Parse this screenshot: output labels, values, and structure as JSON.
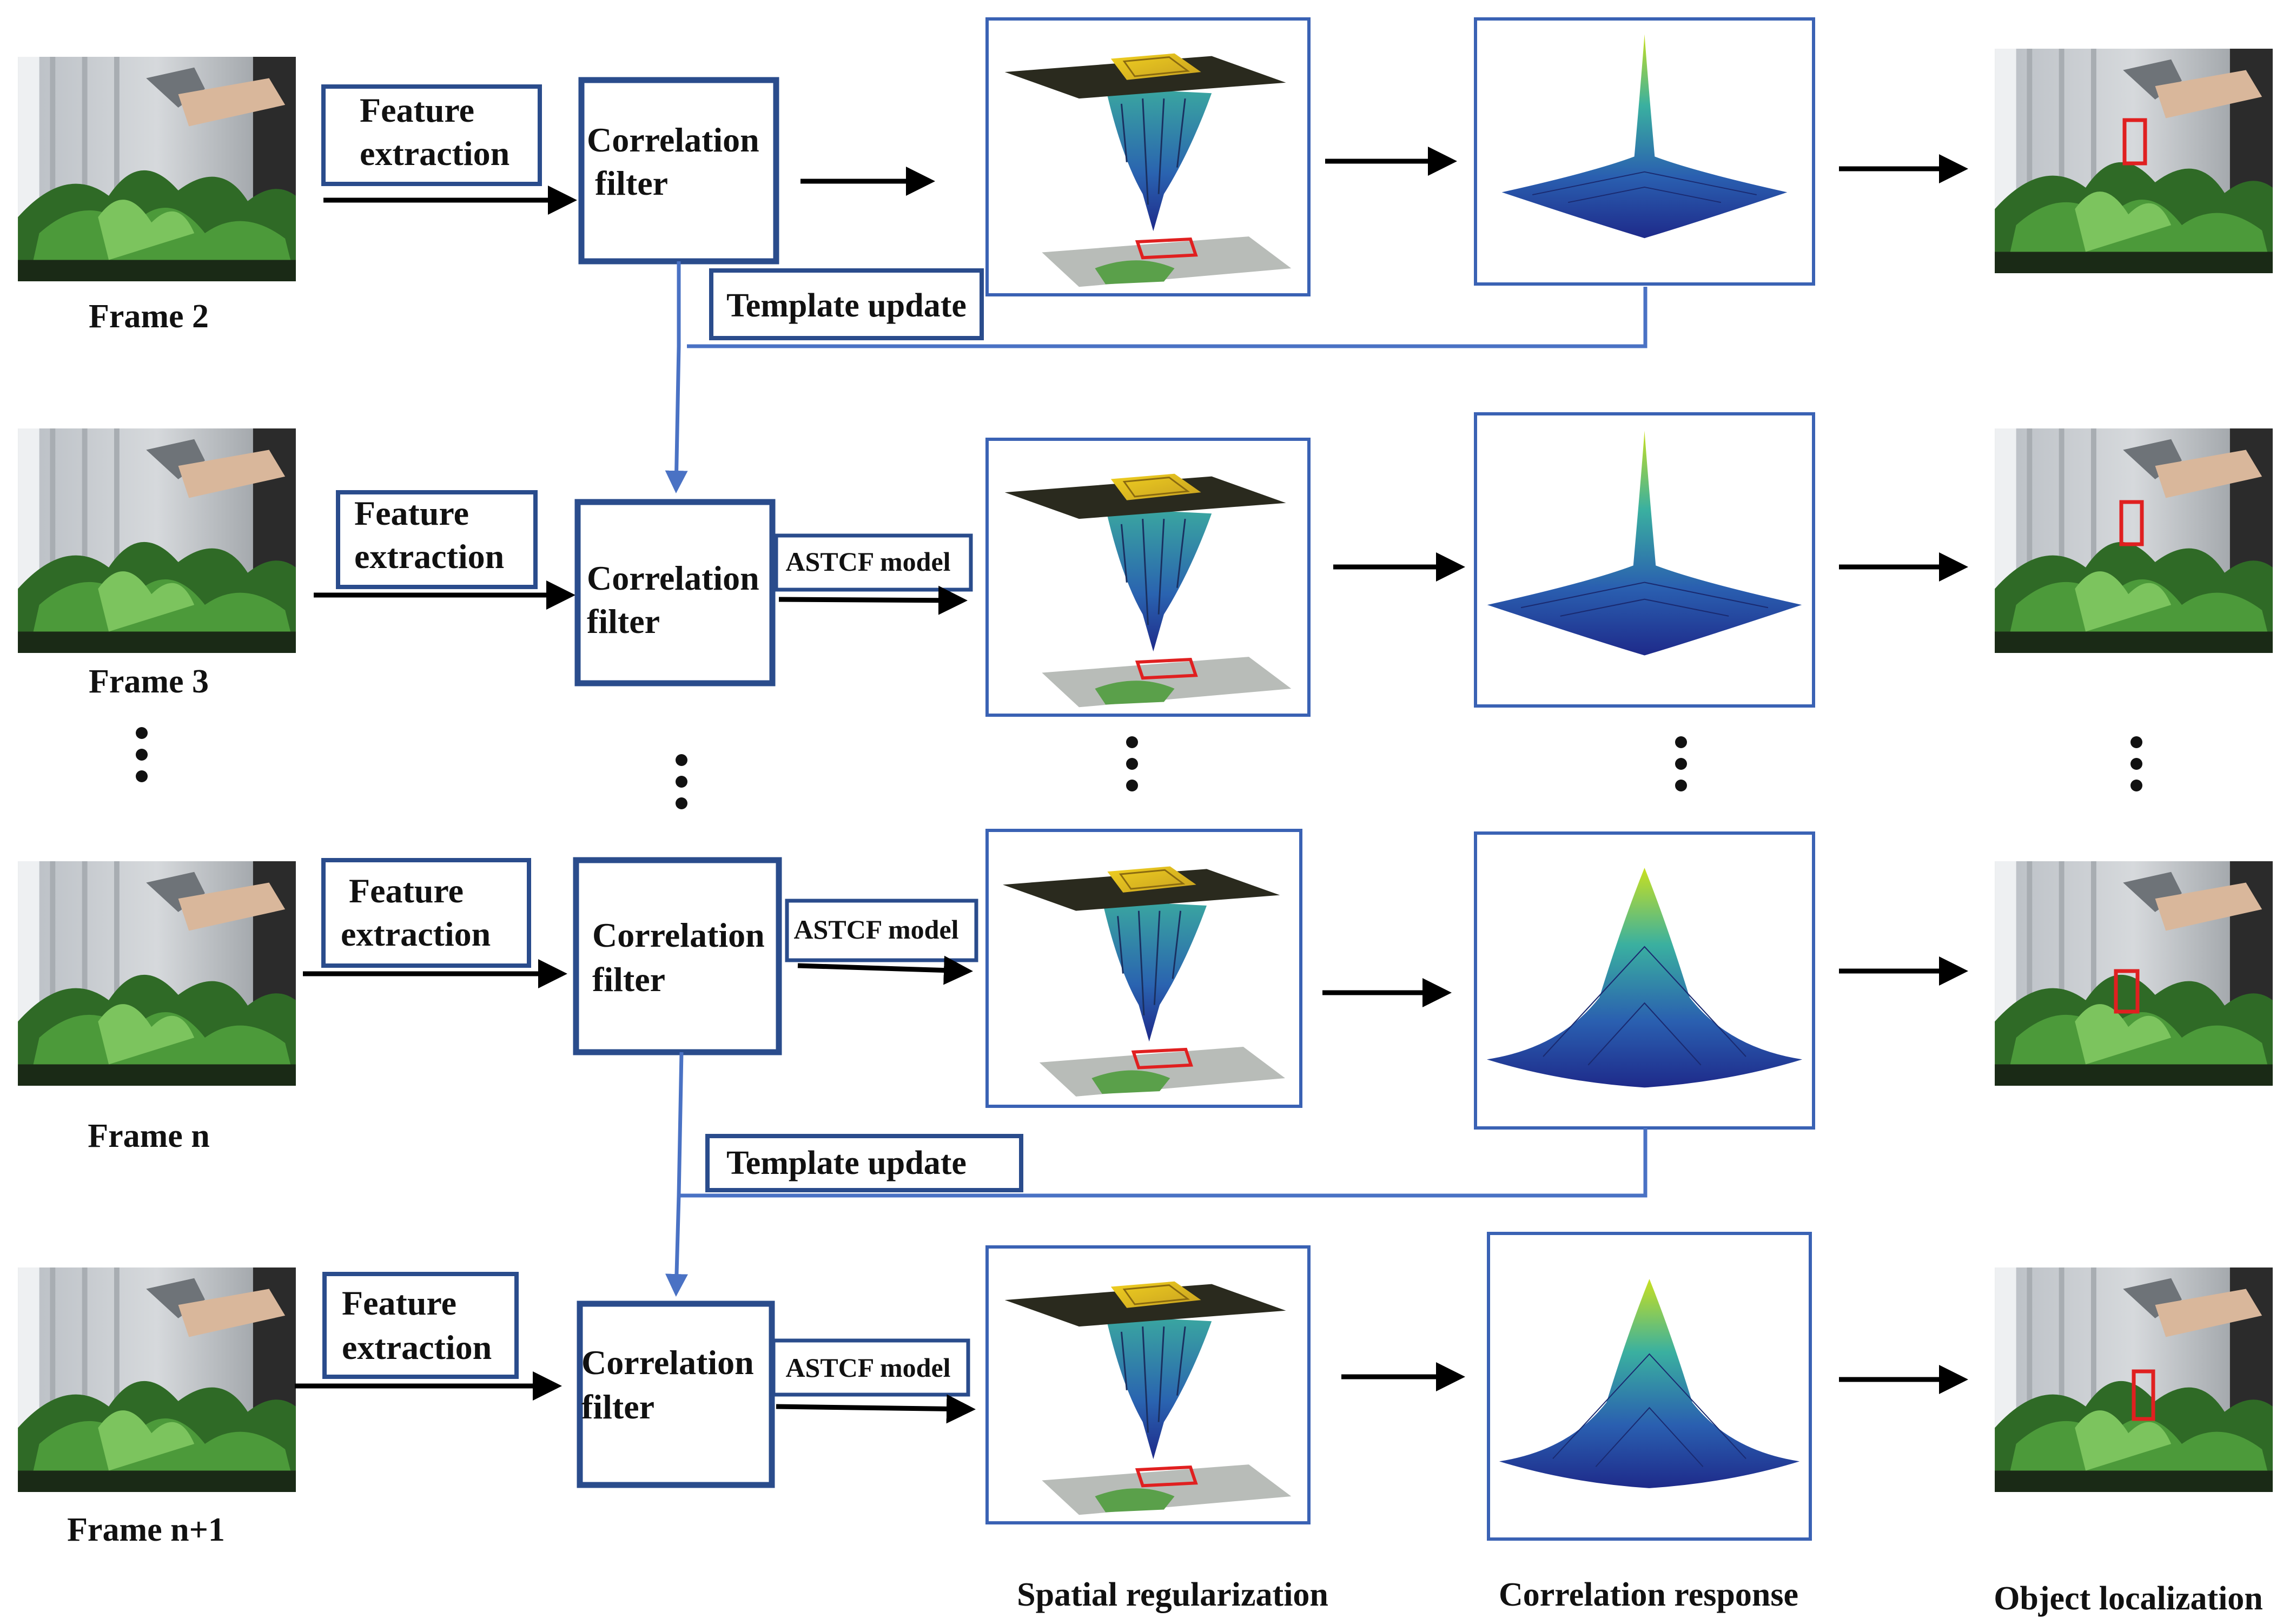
{
  "rows": [
    {
      "frame_label": "Frame 2",
      "feature_label": [
        "Feature",
        "extraction"
      ],
      "filter_label": [
        "Correlation",
        "filter"
      ],
      "model_label": "",
      "template_update": "Template update"
    },
    {
      "frame_label": "Frame 3",
      "feature_label": [
        "Feature",
        "extraction"
      ],
      "filter_label": [
        "Correlation",
        "filter"
      ],
      "model_label": "ASTCF model",
      "template_update": ""
    },
    {
      "frame_label": "Frame n",
      "feature_label": [
        "Feature",
        "extraction"
      ],
      "filter_label": [
        "Correlation",
        "filter"
      ],
      "model_label": "ASTCF model",
      "template_update": "Template update"
    },
    {
      "frame_label": "Frame n+1",
      "feature_label": [
        "Feature",
        "extraction"
      ],
      "filter_label": [
        "Correlation",
        "filter"
      ],
      "model_label": "ASTCF model",
      "template_update": ""
    }
  ],
  "column_titles": {
    "spatial": "Spatial regularization",
    "response": "Correlation response",
    "localization": "Object localization"
  },
  "colors": {
    "box_border": "#2a4c8c",
    "connector": "#4a72c4",
    "target_box": "#e02020",
    "surface_peak": "#f0d020",
    "surface_base": "#1e2a8a"
  },
  "icons": {
    "frame_image": "video-frame-plant-and-hand",
    "spatial_plot": "3d-regularization-surface",
    "response_plot": "3d-response-peak-surface",
    "continuation": "vertical-ellipsis"
  }
}
